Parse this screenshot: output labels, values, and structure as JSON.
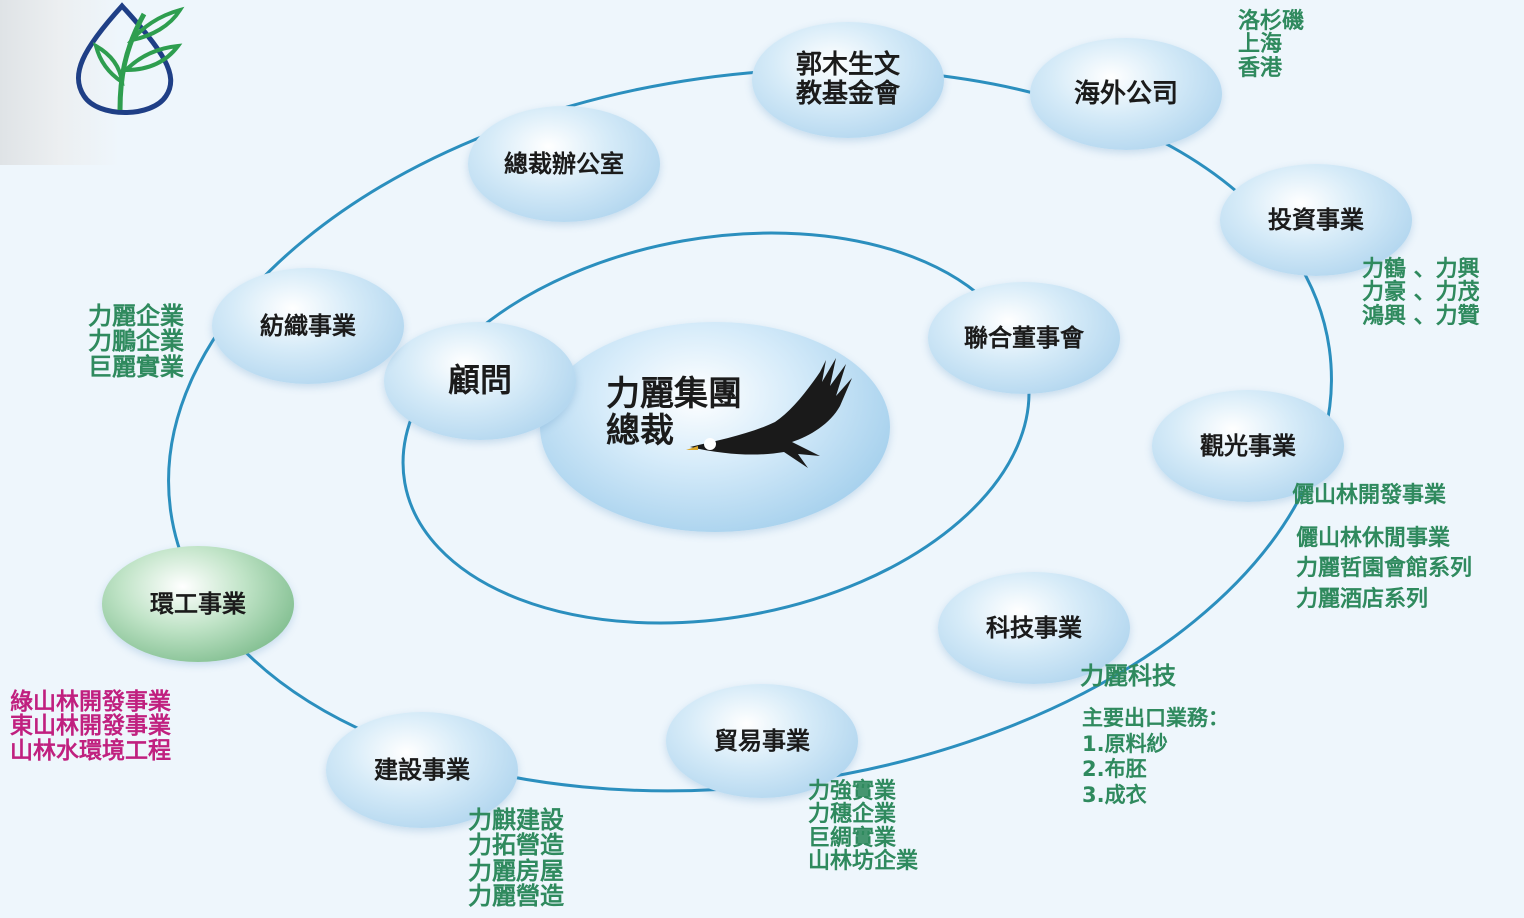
{
  "colors": {
    "background": "#eef6fc",
    "ring": "#2b8fbe",
    "node_blue": "#9fcbea",
    "node_green": "#5faa72",
    "subsidiary_green": "#2f8a5e",
    "subsidiary_magenta": "#c0207f"
  },
  "logo": {
    "icon": "leaf-drop-logo-icon"
  },
  "center": {
    "title": "力麗集團\n總裁",
    "icon": "eagle-icon"
  },
  "inner_ring": {
    "advisor": "顧問",
    "board": "聯合董事會"
  },
  "outer_ring": {
    "foundation": "郭木生文\n教基金會",
    "overseas": "海外公司",
    "investment": "投資事業",
    "tourism": "觀光事業",
    "technology": "科技事業",
    "trade": "貿易事業",
    "construction": "建設事業",
    "environmental": "環工事業",
    "textile": "紡織事業",
    "president_office": "總裁辦公室"
  },
  "subsidiaries": {
    "overseas": "洛杉磯\n上海\n香港",
    "investment": "力鶴 、力興\n力豪 、力茂\n鴻興 、力贊",
    "tourism_line1": "儷山林開發事業",
    "tourism_rest": "儷山林休閒事業\n力麗哲園會館系列\n力麗酒店系列",
    "technology_name": "力麗科技",
    "technology_exports": "主要出口業務：\n1.原料紗\n2.布胚\n3.成衣",
    "trade": "力強實業\n力穗企業\n巨綢實業\n山林坊企業",
    "construction": "力麒建設\n力拓營造\n力麗房屋\n力麗營造",
    "environmental": "綠山林開發事業\n東山林開發事業\n山林水環境工程",
    "textile": "力麗企業\n力鵬企業\n巨麗實業"
  }
}
